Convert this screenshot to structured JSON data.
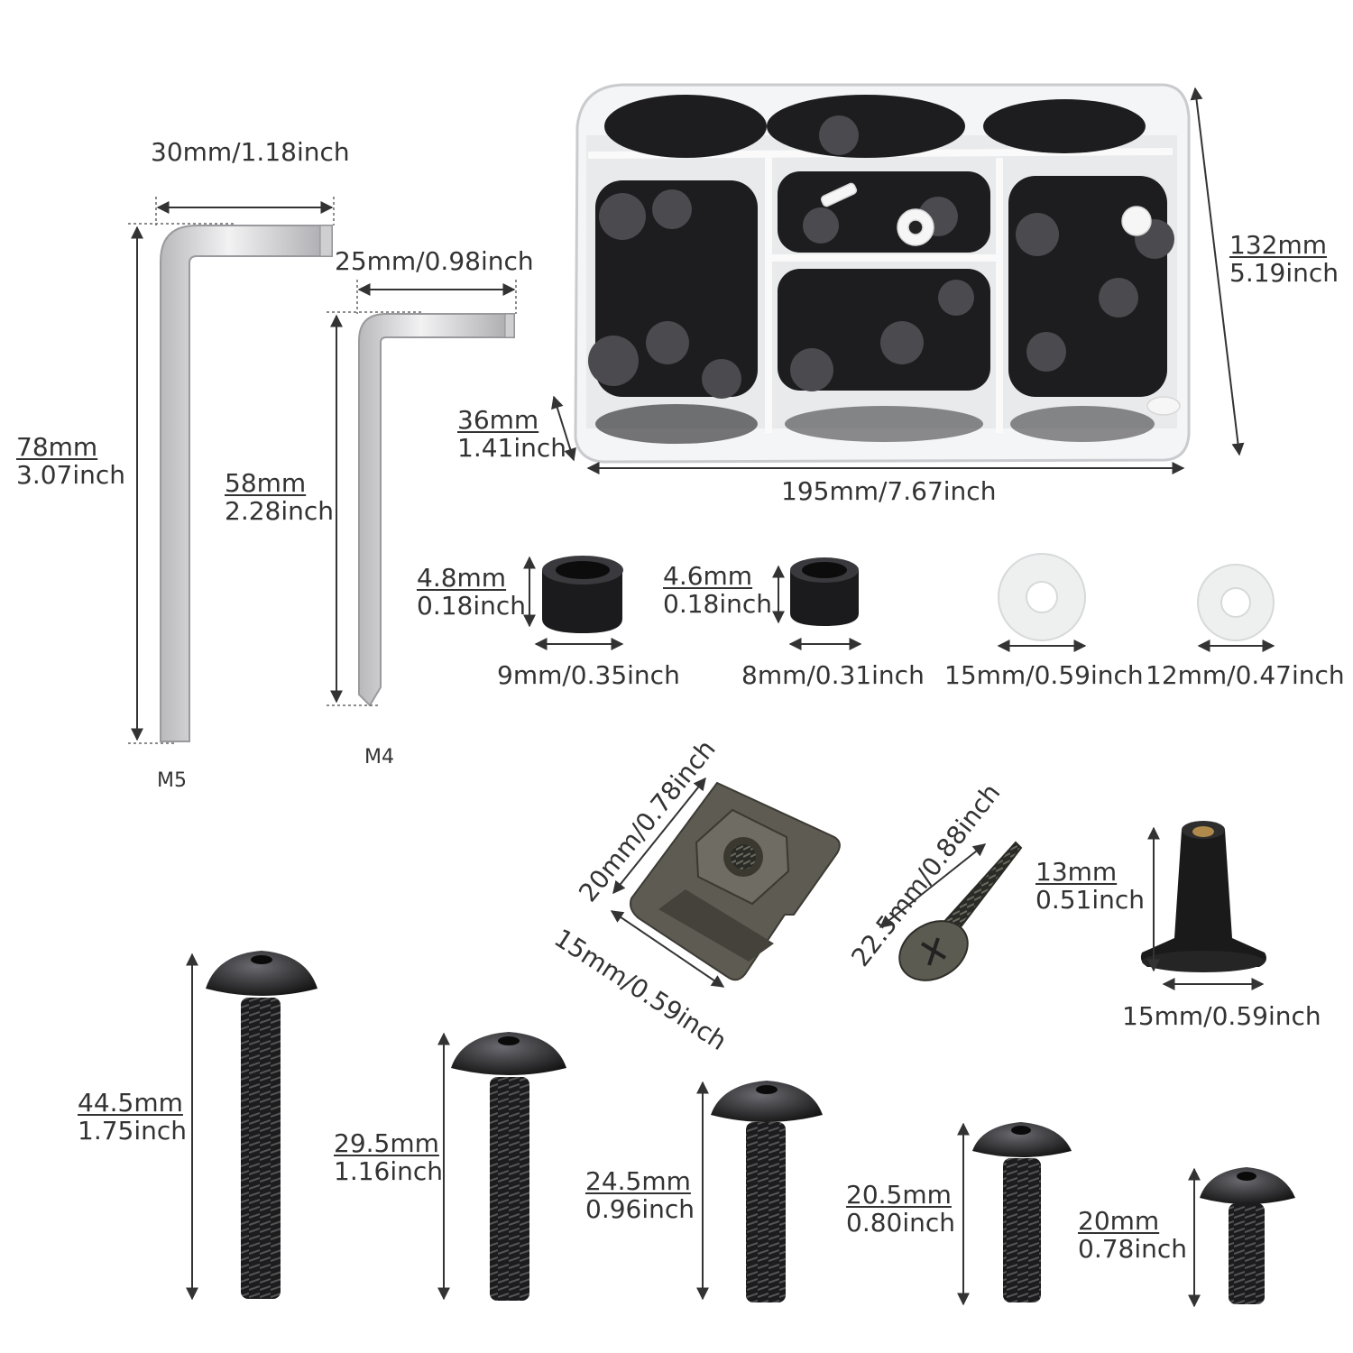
{
  "hex_keys": {
    "m5": {
      "width": "30mm/1.18inch",
      "length_mm": "78mm",
      "length_in": "3.07inch",
      "name": "M5"
    },
    "m4": {
      "width": "25mm/0.98inch",
      "length_mm": "58mm",
      "length_in": "2.28inch",
      "name": "M4"
    }
  },
  "storage_box": {
    "height_mm": "132mm",
    "height_in": "5.19inch",
    "depth_mm": "36mm",
    "depth_in": "1.41inch",
    "width": "195mm/7.67inch"
  },
  "spacers": [
    {
      "height_mm": "4.8mm",
      "height_in": "0.18inch",
      "diameter": "9mm/0.35inch"
    },
    {
      "height_mm": "4.6mm",
      "height_in": "0.18inch",
      "diameter": "8mm/0.31inch"
    }
  ],
  "washers": [
    {
      "diameter": "15mm/0.59inch"
    },
    {
      "diameter": "12mm/0.47inch"
    }
  ],
  "u_nut": {
    "length": "20mm/0.78inch",
    "width": "15mm/0.59inch"
  },
  "tapping_screw": {
    "length": "22.5mm/0.88inch"
  },
  "well_nut": {
    "height_mm": "13mm",
    "height_in": "0.51inch",
    "diameter": "15mm/0.59inch"
  },
  "bolts": [
    {
      "length_mm": "44.5mm",
      "length_in": "1.75inch"
    },
    {
      "length_mm": "29.5mm",
      "length_in": "1.16inch"
    },
    {
      "length_mm": "24.5mm",
      "length_in": "0.96inch"
    },
    {
      "length_mm": "20.5mm",
      "length_in": "0.80inch"
    },
    {
      "length_mm": "20mm",
      "length_in": "0.78inch"
    }
  ],
  "colors": {
    "hardware_black": "#1c1c1e",
    "steel": "#d4d4d6",
    "dimension_line": "#333333",
    "nylon_white": "#eef0f0",
    "brass": "#b08a4a"
  }
}
